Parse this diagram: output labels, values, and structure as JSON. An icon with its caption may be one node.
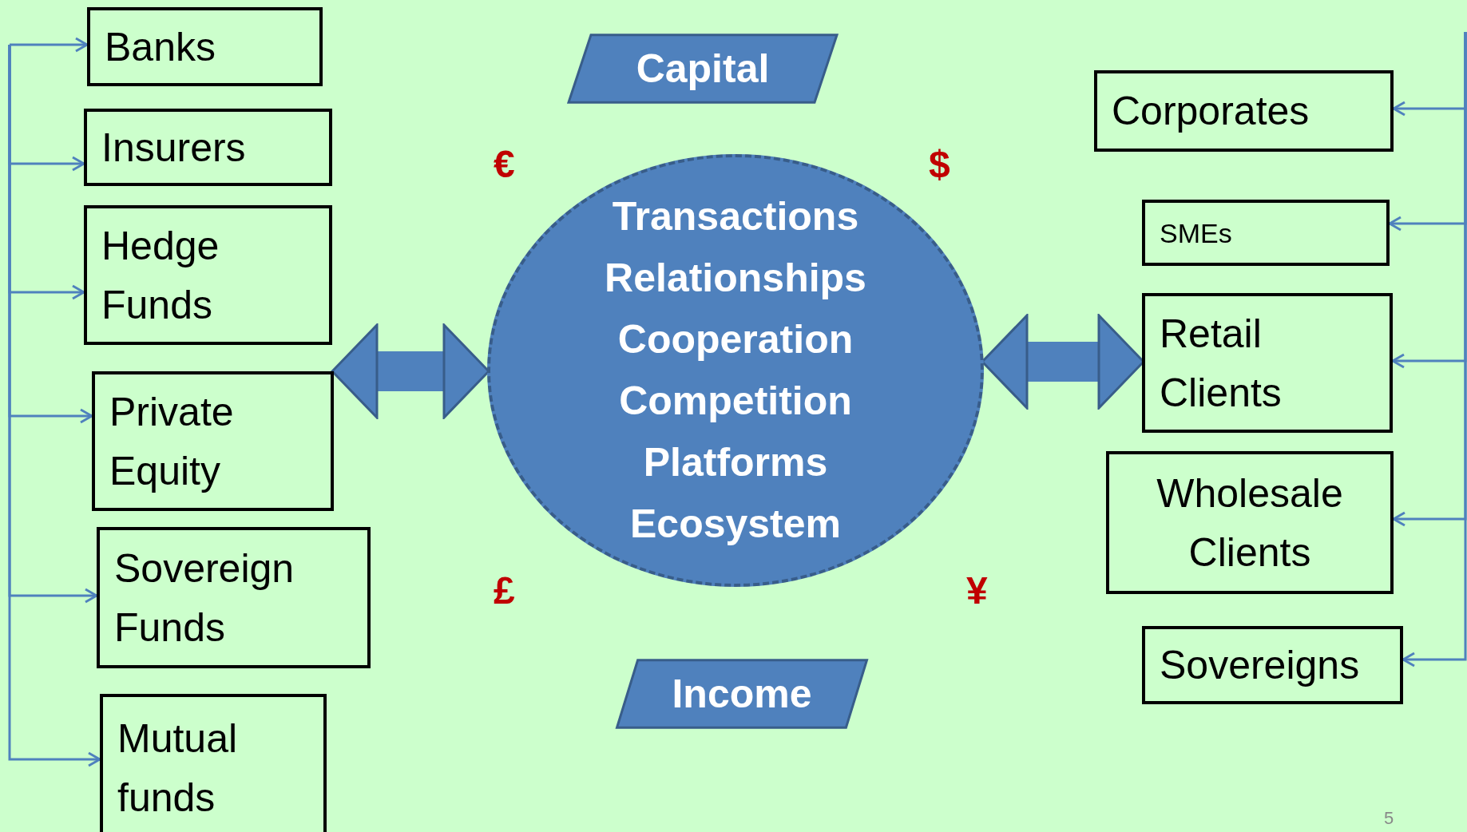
{
  "diagram": {
    "nodes": [
      {
        "text": [
          "Banks"
        ]
      },
      {
        "text": [
          "Insurers"
        ]
      },
      {
        "text": [
          "Hedge Funds"
        ]
      },
      {
        "text": [
          "Private Equity"
        ]
      },
      {
        "text": [
          "Sovereign Funds"
        ]
      },
      {
        "text": [
          "Mutual funds"
        ]
      },
      {
        "text": [
          "Capital"
        ]
      },
      {
        "text": [
          "Transactions",
          "Relationships",
          "Cooperation",
          "Competition",
          "Platforms",
          "Ecosystem"
        ]
      },
      {
        "text": [
          "Corporates"
        ]
      },
      {
        "text": [
          "SMEs"
        ]
      },
      {
        "text": [
          "Retail Clients"
        ]
      },
      {
        "text": [
          "Wholesale Clients"
        ]
      },
      {
        "text": [
          "Sovereigns"
        ]
      },
      {
        "text": [
          "Income"
        ]
      }
    ],
    "edges": [
      {
        "from": null,
        "to": 0,
        "arrow": "to"
      },
      {
        "from": null,
        "to": 1,
        "arrow": "to"
      },
      {
        "from": null,
        "to": 2,
        "arrow": "to"
      },
      {
        "from": null,
        "to": 3,
        "arrow": "to"
      },
      {
        "from": null,
        "to": 4,
        "arrow": "to"
      },
      {
        "from": null,
        "to": 5,
        "arrow": "to"
      },
      {
        "from": 3,
        "to": 7,
        "arrow": "both",
        "style": "thick"
      },
      {
        "from": 7,
        "to": 10,
        "arrow": "both",
        "style": "thick"
      },
      {
        "from": null,
        "to": 8,
        "arrow": "to"
      },
      {
        "from": null,
        "to": 9,
        "arrow": "to"
      },
      {
        "from": null,
        "to": 10,
        "arrow": "to"
      },
      {
        "from": null,
        "to": 11,
        "arrow": "to"
      },
      {
        "from": null,
        "to": 12,
        "arrow": "to"
      }
    ],
    "labels": [
      "€",
      "$",
      "£",
      "¥",
      "5"
    ]
  }
}
